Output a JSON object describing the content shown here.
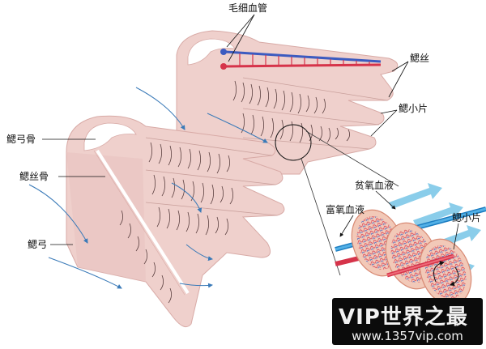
{
  "labels": {
    "capillary": "毛细血管",
    "gill_filament": "鳃丝",
    "gill_lamella_top": "鳃小片",
    "gill_raker_bone": "鳃弓骨",
    "filament_bone": "鳃丝骨",
    "gill_arch": "鳃弓",
    "deoxygenated_blood": "贫氧血液",
    "oxygenated_blood": "富氧血液",
    "gill_lamella_detail": "鳃小片"
  },
  "watermark": {
    "brand": "VIP世界之最",
    "url": "www.1357vip.com"
  },
  "colors": {
    "tissue": "#efd0cc",
    "tissue_dark": "#dfb4b0",
    "bone": "#ffffff",
    "flow_arrow": "#3a7ab8",
    "artery": "#d6334a",
    "vein": "#3c5bc0",
    "water_arrow": "#7ec8e8"
  }
}
